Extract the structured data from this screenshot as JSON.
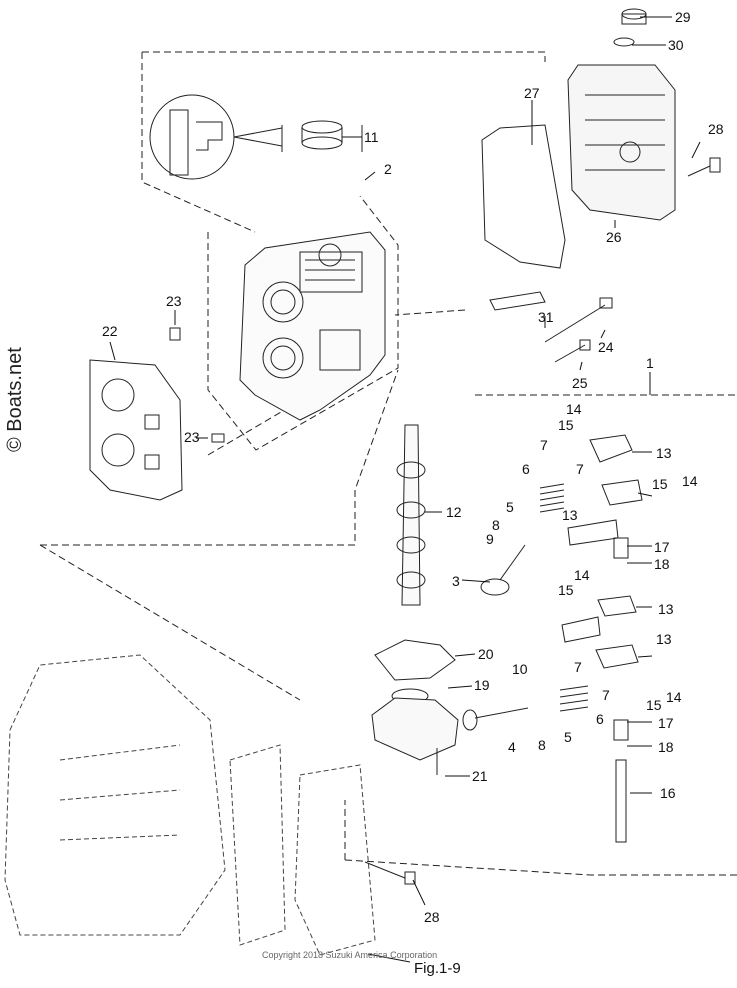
{
  "side_watermark": "© Boats.net",
  "copyright": "Copyright 2018 Suzuki America Corporation",
  "figure_ref": "Fig.1-9",
  "callouts": {
    "c1": "1",
    "c2": "2",
    "c3": "3",
    "c4": "4",
    "c5a": "5",
    "c5b": "5",
    "c6a": "6",
    "c6b": "6",
    "c7a": "7",
    "c7b": "7",
    "c7c": "7",
    "c7d": "7",
    "c8a": "8",
    "c8b": "8",
    "c9": "9",
    "c10": "10",
    "c11": "11",
    "c12": "12",
    "c13a": "13",
    "c13b": "13",
    "c13c": "13",
    "c13d": "13",
    "c14a": "14",
    "c14b": "14",
    "c14c": "14",
    "c14d": "14",
    "c15a": "15",
    "c15b": "15",
    "c15c": "15",
    "c15d": "15",
    "c16": "16",
    "c17a": "17",
    "c17b": "17",
    "c18a": "18",
    "c18b": "18",
    "c19": "19",
    "c20": "20",
    "c21": "21",
    "c22": "22",
    "c23a": "23",
    "c23b": "23",
    "c24": "24",
    "c25": "25",
    "c26": "26",
    "c27": "27",
    "c28a": "28",
    "c28b": "28",
    "c29": "29",
    "c30": "30",
    "c31": "31"
  }
}
